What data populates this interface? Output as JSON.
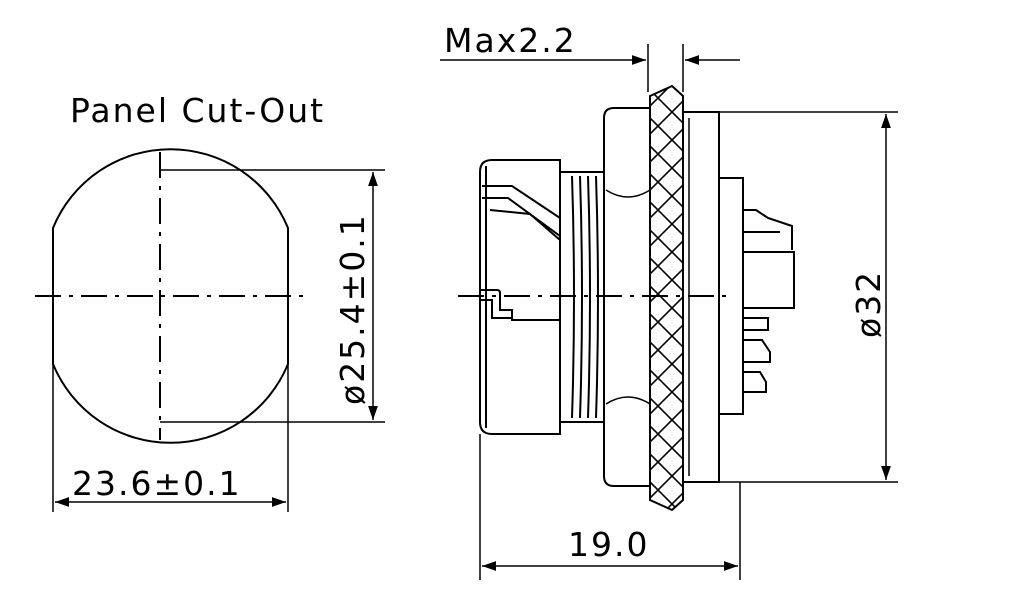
{
  "labels": {
    "panel_cutout": "Panel Cut-Out",
    "cutout_diameter": "ø25.4±0.1",
    "cutout_width": "23.6±0.1",
    "max_panel_thickness": "Max2.2",
    "body_diameter": "ø32",
    "overall_length": "19.0"
  },
  "colors": {
    "ink": "#000000",
    "paper": "#ffffff"
  }
}
